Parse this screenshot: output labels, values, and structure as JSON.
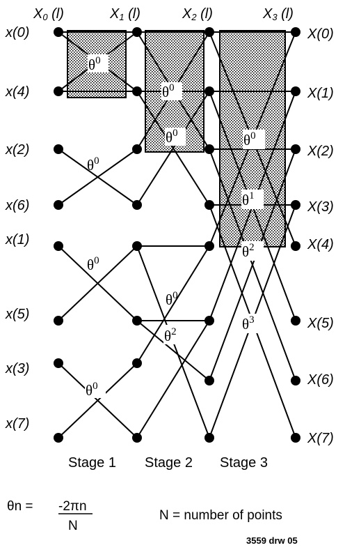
{
  "header_labels": [
    {
      "base": "X",
      "sub": "0",
      "suffix": " (l)"
    },
    {
      "base": "X",
      "sub": "1",
      "suffix": " (l)"
    },
    {
      "base": "X",
      "sub": "2",
      "suffix": " (l)"
    },
    {
      "base": "X",
      "sub": "3",
      "suffix": " (l)"
    }
  ],
  "inputs": [
    "x(0)",
    "x(4)",
    "x(2)",
    "x(6)",
    "x(1)",
    "x(5)",
    "x(3)",
    "x(7)"
  ],
  "outputs": [
    "X(0)",
    "X(1)",
    "X(2)",
    "X(3)",
    "X(4)",
    "X(5)",
    "X(6)",
    "X(7)"
  ],
  "stages": [
    "Stage 1",
    "Stage 2",
    "Stage 3"
  ],
  "twiddle_base": "θ",
  "twiddles": [
    {
      "exp": "0"
    },
    {
      "exp": "0"
    },
    {
      "exp": "0"
    },
    {
      "exp": "0"
    },
    {
      "exp": "0"
    },
    {
      "exp": "0"
    },
    {
      "exp": "2"
    },
    {
      "exp": "0"
    },
    {
      "exp": "1"
    },
    {
      "exp": "2"
    },
    {
      "exp": "3"
    }
  ],
  "formula": {
    "lhs": "θn = ",
    "numerator": "-2πn",
    "denominator": "N"
  },
  "definition": "N = number of points",
  "drawing_id": "3559 drw 05"
}
